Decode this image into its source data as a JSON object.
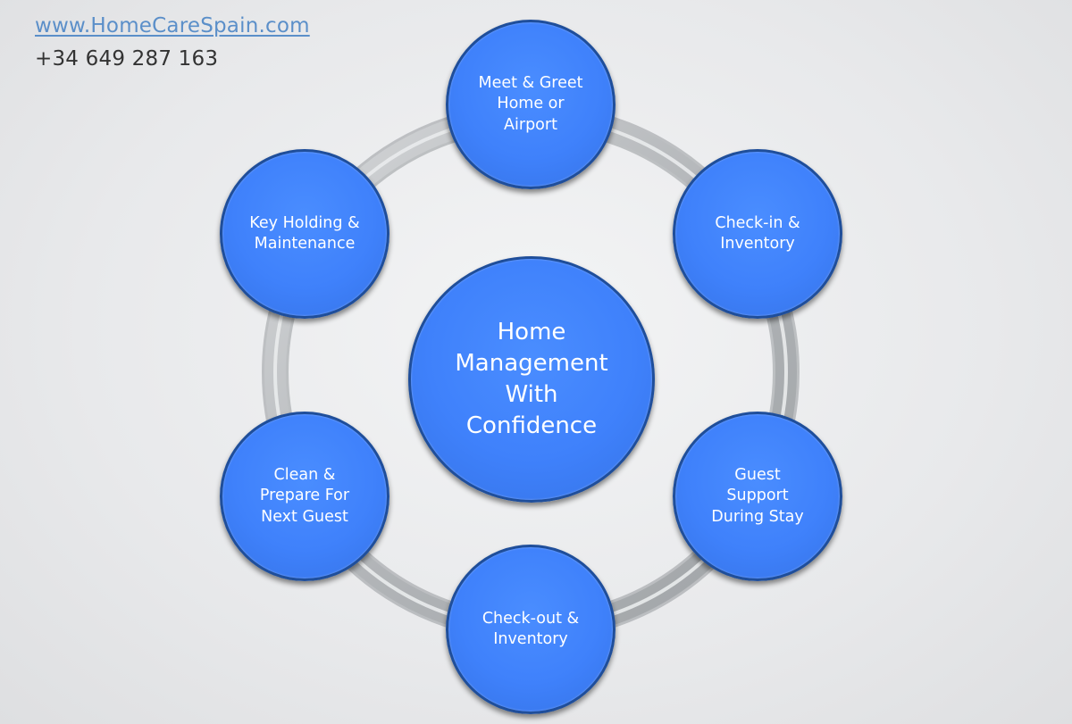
{
  "header": {
    "website": "www.HomeCareSpain.com",
    "phone": "+34 649 287 163"
  },
  "diagram": {
    "center": "Home\nManagement\nWith\nConfidence",
    "nodes": [
      "Meet & Greet\nHome or\nAirport",
      "Check-in &\nInventory",
      "Guest\nSupport\nDuring Stay",
      "Check-out &\nInventory",
      "Clean &\nPrepare For\nNext Guest",
      "Key Holding &\nMaintenance"
    ]
  },
  "colors": {
    "circle_fill": "#3f81fb",
    "circle_border": "#1f4e9a",
    "ring": "#b9bcbf",
    "link": "#5b8fc9"
  }
}
